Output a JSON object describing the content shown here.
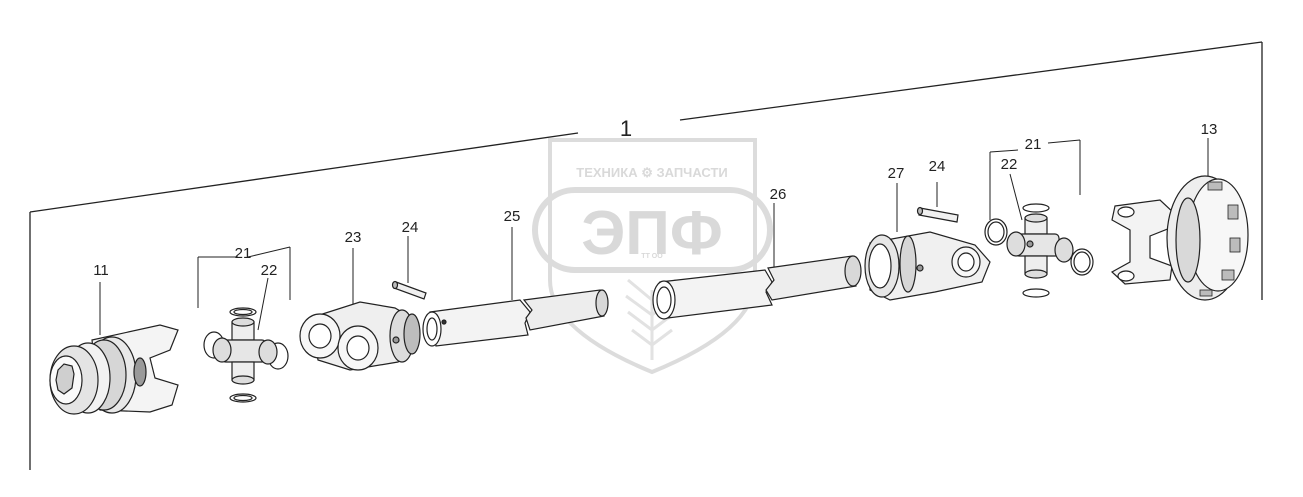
{
  "diagram": {
    "assembly_number": "1",
    "callouts": {
      "yoke_left": "11",
      "guard_cone": "13",
      "cross_kit_left": "21",
      "cross_kit_right": "21",
      "bearing_left": "22",
      "bearing_right": "22",
      "inner_yoke": "23",
      "pin_left": "24",
      "pin_right": "24",
      "inner_tube": "25",
      "outer_tube": "26",
      "outer_yoke": "27"
    }
  },
  "watermark": {
    "top_text": "ТЕХНИКА ⚙ ЗАПЧАСТИ",
    "logo_text": "ЭПФ",
    "small_text": "ТТ ОО"
  },
  "colors": {
    "line": "#222222",
    "shade": "#cfcfcf",
    "watermark": "#d9d9d9"
  }
}
